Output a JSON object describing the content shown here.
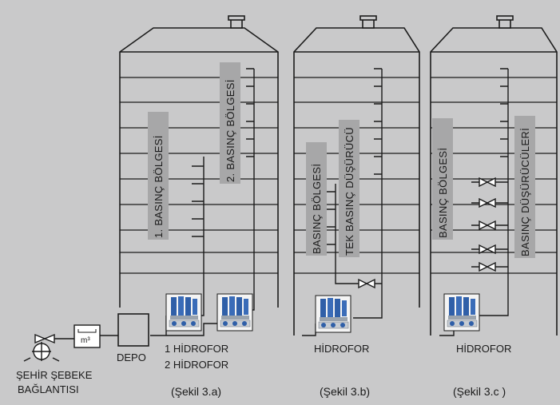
{
  "figures": {
    "a": {
      "caption": "(Şekil 3.a)",
      "zone1_label": "1. BASINÇ BÖLGESİ",
      "zone2_label": "2. BASINÇ BÖLGESİ",
      "booster_label_1": "1 HİDROFOR",
      "booster_label_2": "2 HİDROFOR"
    },
    "b": {
      "caption": "(Şekil 3.b)",
      "zone_label": "BASINÇ BÖLGESİ",
      "reducer_label": "TEK BASINÇ DÜŞÜRÜCÜ",
      "booster_label": "HİDROFOR"
    },
    "c": {
      "caption": "(Şekil 3.c )",
      "zone_label": "BASINÇ BÖLGESİ",
      "reducer_label": "BASINÇ DÜŞÜRÜCÜLERİ",
      "booster_label": "HİDROFOR"
    }
  },
  "supply": {
    "depot_label": "DEPO",
    "city_connection_line1": "ŞEHİR ŞEBEKE",
    "city_connection_line2": "BAĞLANTISI",
    "meter_symbol": "m³"
  },
  "colors": {
    "background": "#c9c9ca",
    "line": "#1b1b1b",
    "label_box": "#a7a7a8",
    "pump_blue": "#2f5fa8"
  }
}
